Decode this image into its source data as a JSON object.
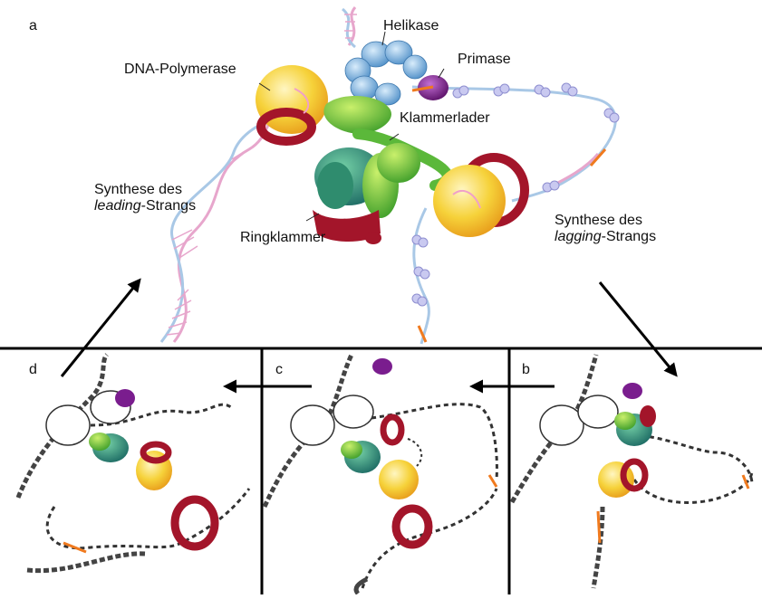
{
  "panels": {
    "a": "a",
    "b": "b",
    "c": "c",
    "d": "d"
  },
  "labels": {
    "helikase": "Helikase",
    "primase": "Primase",
    "dna_polymerase": "DNA-Polymerase",
    "klammerlader": "Klammerlader",
    "ringklammer": "Ringklammer",
    "leading_line1": "Synthese des",
    "leading_italic": "leading",
    "leading_suffix": "-Strangs",
    "lagging_line1": "Synthese des",
    "lagging_italic": "lagging",
    "lagging_suffix": "-Strangs"
  },
  "colors": {
    "helicase": "#6aa6d6",
    "primase": "#7a1d8e",
    "polymerase": "#f6c928",
    "clamp": "#a3152a",
    "clamp_loader": "#58b53b",
    "clamp_loader_dark": "#2f8c6e",
    "dna_pink": "#e7a6cc",
    "dna_blue": "#a9c8e6",
    "primer": "#f07a1e",
    "ssb": "#b9b9ea"
  }
}
